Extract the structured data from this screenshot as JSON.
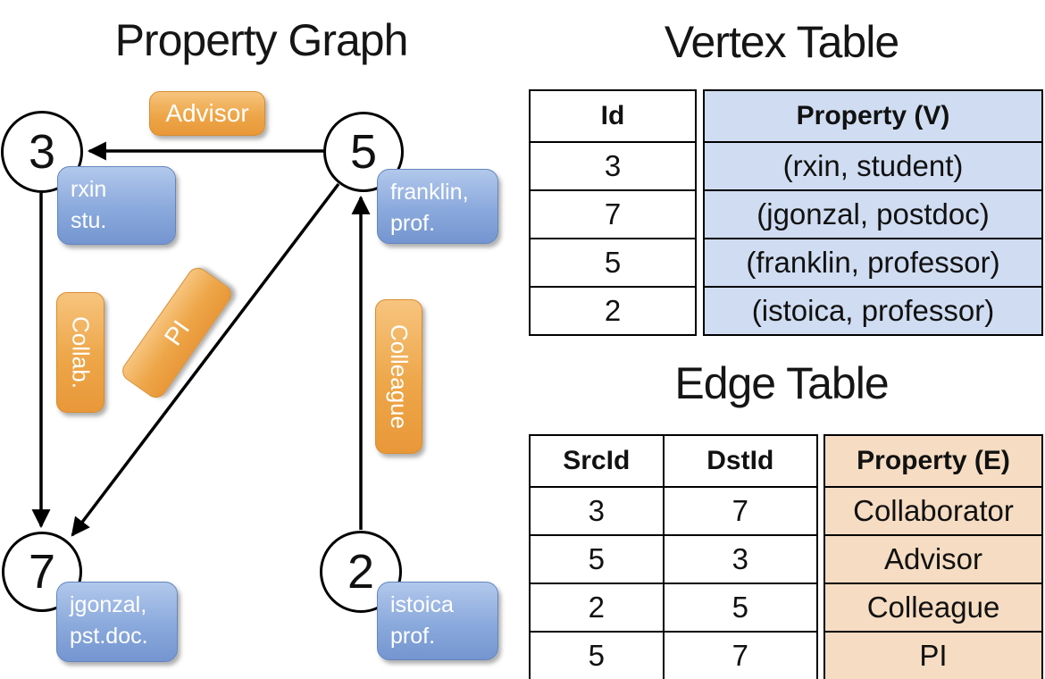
{
  "titles": {
    "property_graph": "Property Graph",
    "vertex_table": "Vertex Table",
    "edge_table": "Edge Table"
  },
  "graph": {
    "nodes": [
      {
        "id": "3",
        "property_line1": "rxin",
        "property_line2": "stu."
      },
      {
        "id": "5",
        "property_line1": "franklin,",
        "property_line2": "prof."
      },
      {
        "id": "7",
        "property_line1": "jgonzal,",
        "property_line2": "pst.doc."
      },
      {
        "id": "2",
        "property_line1": "istoica",
        "property_line2": "prof."
      }
    ],
    "edges": [
      {
        "src": "5",
        "dst": "3",
        "label": "Advisor"
      },
      {
        "src": "3",
        "dst": "7",
        "label": "Collab."
      },
      {
        "src": "5",
        "dst": "7",
        "label": "PI"
      },
      {
        "src": "2",
        "dst": "5",
        "label": "Colleague"
      }
    ]
  },
  "vertex_table": {
    "headers": {
      "id": "Id",
      "property": "Property (V)"
    },
    "rows": [
      {
        "id": "3",
        "property": "(rxin, student)"
      },
      {
        "id": "7",
        "property": "(jgonzal, postdoc)"
      },
      {
        "id": "5",
        "property": "(franklin, professor)"
      },
      {
        "id": "2",
        "property": "(istoica, professor)"
      }
    ]
  },
  "edge_table": {
    "headers": {
      "src": "SrcId",
      "dst": "DstId",
      "property": "Property (E)"
    },
    "rows": [
      {
        "src": "3",
        "dst": "7",
        "property": "Collaborator"
      },
      {
        "src": "5",
        "dst": "3",
        "property": "Advisor"
      },
      {
        "src": "2",
        "dst": "5",
        "property": "Colleague"
      },
      {
        "src": "5",
        "dst": "7",
        "property": "PI"
      }
    ]
  },
  "colors": {
    "edge_label_orange": "#ED9F40",
    "vertex_label_blue": "#7E9FD6",
    "vertex_table_fill": "#CFDCF1",
    "edge_table_fill": "#F5DCC2",
    "line_black": "#000000"
  }
}
